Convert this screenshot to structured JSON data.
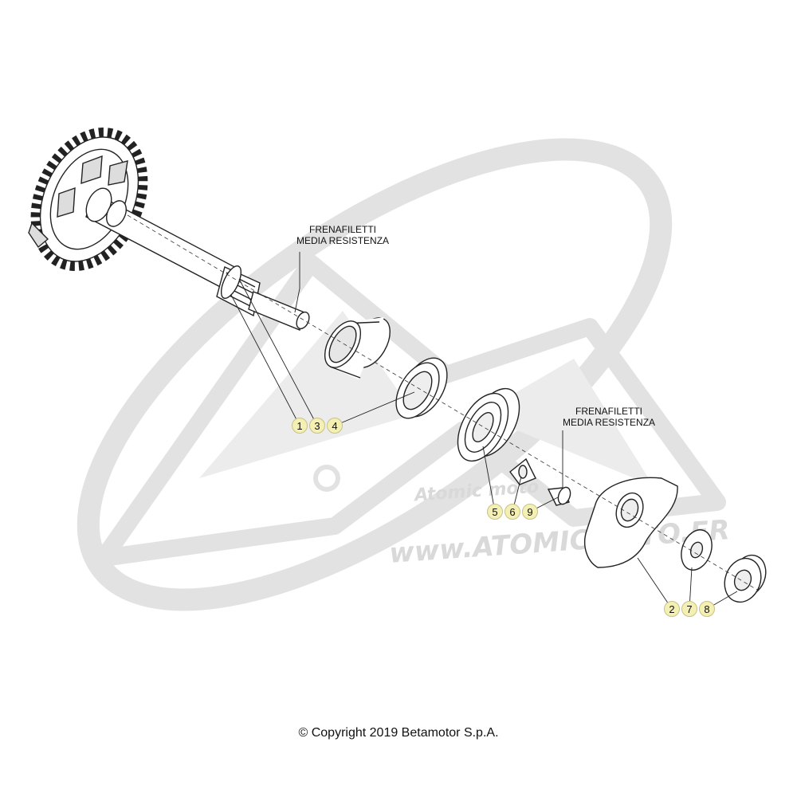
{
  "callouts": {
    "shaft_label_line1": "FRENAFILETTI",
    "shaft_label_line2": "MEDIA RESISTENZA",
    "screw_label_line1": "FRENAFILETTI",
    "screw_label_line2": "MEDIA RESISTENZA"
  },
  "part_groups": {
    "group_a": [
      "1",
      "3",
      "4"
    ],
    "group_b": [
      "5",
      "6",
      "9"
    ],
    "group_c": [
      "2",
      "7",
      "8"
    ]
  },
  "watermark": {
    "url": "www.ATOMICMOTO.FR",
    "logo_text": "Atomic moto"
  },
  "footer": {
    "copyright": "© Copyright 2019 Betamotor S.p.A."
  },
  "colors": {
    "badge_fill": "#f4efb2",
    "line": "#222222",
    "watermark": "#d9d9d9"
  }
}
